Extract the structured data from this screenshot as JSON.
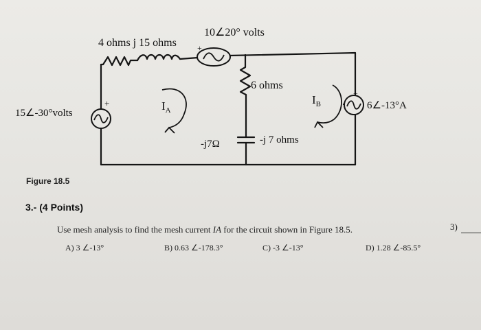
{
  "circuit": {
    "src1": "15∠-30°volts",
    "z1": "4 ohms j 15 ohms",
    "src2": "10∠20° volts",
    "z2": "6 ohms",
    "src3": "6∠-13°A",
    "mesh_a": "I",
    "mesh_a_sub": "A",
    "mesh_b": "I",
    "mesh_b_sub": "B",
    "cap_left": "-j7Ω",
    "cap_right": "-j 7 ohms"
  },
  "figure_label": "Figure 18.5",
  "question": {
    "title": "3.- (4 Points)",
    "text_before": "Use mesh analysis to find the mesh current ",
    "text_var": "IA",
    "text_after": " for the circuit shown in Figure 18.5.",
    "number": "3)"
  },
  "options": [
    {
      "label": "A) 3 ∠-13°"
    },
    {
      "label": "B) 0.63 ∠-178.3°"
    },
    {
      "label": "C) -3 ∠-13°"
    },
    {
      "label": "D) 1.28 ∠-85.5°"
    }
  ],
  "colors": {
    "ink": "#111111",
    "paper": "#e8e7e3"
  }
}
